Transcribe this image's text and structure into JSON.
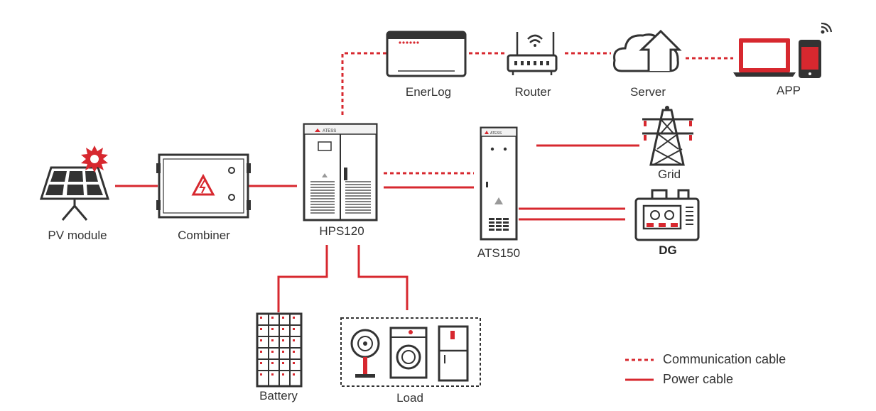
{
  "labels": {
    "pv": "PV module",
    "combiner": "Combiner",
    "hps": "HPS120",
    "ats": "ATS150",
    "enerlog": "EnerLog",
    "router": "Router",
    "server": "Server",
    "app": "APP",
    "grid": "Grid",
    "dg": "DG",
    "battery": "Battery",
    "load": "Load"
  },
  "device_marks": {
    "hps_brand": "ATESS",
    "ats_brand": "ATESS"
  },
  "legend": {
    "communication": "Communication cable",
    "power": "Power cable"
  },
  "colors": {
    "cable": "#d7282f",
    "outline": "#333333",
    "text": "#333333"
  }
}
